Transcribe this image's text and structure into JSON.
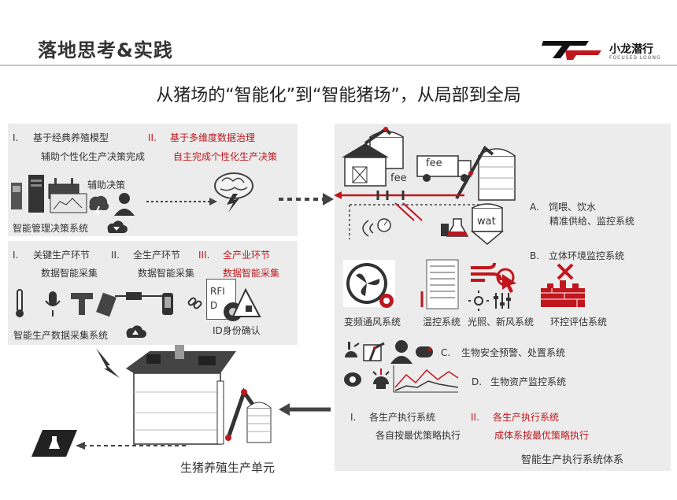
{
  "header": {
    "title": "落地思考&实践",
    "logo_text": "小龙潜行",
    "logo_subtext": "FOCUSED LOONG",
    "subtitle": "从猪场的“智能化”到“智能猪场”，从局部到全局"
  },
  "left_top": {
    "i_num": "I.",
    "i_line1": "基于经典养殖模型",
    "i_line2": "辅助个性化生产决策完成",
    "ii_num": "II.",
    "ii_line1": "基于多维度数据治理",
    "ii_line2": "自主完成个性化生产决策",
    "assist_label": "辅助决策",
    "system_label": "智能管理决策系统"
  },
  "left_mid": {
    "i_num": "I.",
    "i_line1": "关键生产环节",
    "i_line2": "数据智能采集",
    "ii_num": "II.",
    "ii_line1": "全生产环节",
    "ii_line2": "数据智能采集",
    "iii_num": "III.",
    "iii_line1": "全产业环节",
    "iii_line2": "数据智能采集",
    "rfid_label": "RFID",
    "id_label": "ID身份确认",
    "system_label": "智能生产数据采集系统"
  },
  "unit_label": "生猪养殖生产单元",
  "right": {
    "fee1": "fee",
    "fee2": "fee",
    "wat": "wat",
    "a_num": "A.",
    "a_line1": "饲喂、饮水",
    "a_line2": "精准供给、监控系统",
    "b_num": "B.",
    "b_line1": "立体环境监控系统",
    "icons": [
      "变频通风系统",
      "温控系统",
      "光照、新风系统",
      "环控评估系统"
    ],
    "c_num": "C.",
    "c_line1": "生物安全预警、处置系统",
    "d_num": "D.",
    "d_line1": "生物资产监控系统",
    "exec_i_num": "I.",
    "exec_i_line1": "各生产执行系统",
    "exec_i_line2": "各自按最优策略执行",
    "exec_ii_num": "II.",
    "exec_ii_line1": "各生产执行系统",
    "exec_ii_line2": "成体系按最优策略执行",
    "system_label": "智能生产执行系统体系"
  },
  "colors": {
    "accent_red": "#c0161d",
    "panel_gray": "#ececec",
    "dark": "#333333"
  }
}
